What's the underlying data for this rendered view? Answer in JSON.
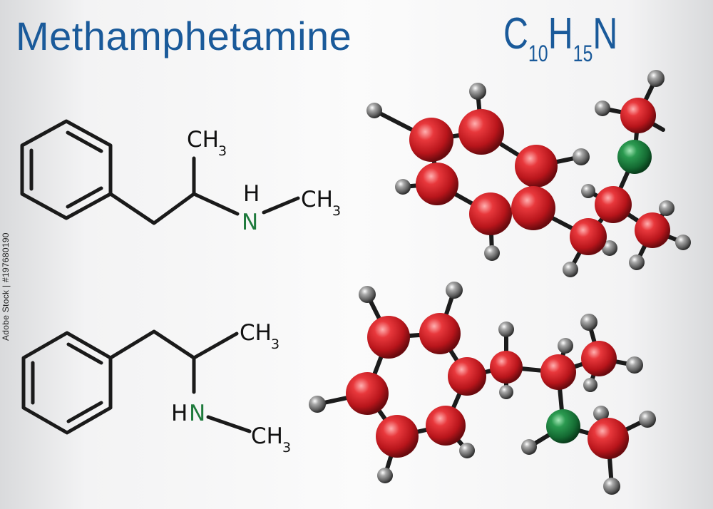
{
  "title": "Methamphetamine",
  "formula": {
    "c": "C",
    "c_count": "10",
    "h": "H",
    "h_count": "15",
    "n": "N"
  },
  "stock_id": "Adobe Stock | #197680190",
  "skeletal_labels": {
    "ch3": "CH",
    "ch3_sub": "3",
    "nh_h": "H",
    "n": "N",
    "hn_h": "H"
  },
  "colors": {
    "title_blue": "#1a5a9a",
    "nitrogen_green": "#1e7a3c",
    "carbon_red": "#c81e24",
    "hydrogen_gray": "#8a8a8a",
    "bond_black": "#1a1a1a"
  },
  "icons": [
    "ball-and-stick-model",
    "skeletal-formula"
  ]
}
